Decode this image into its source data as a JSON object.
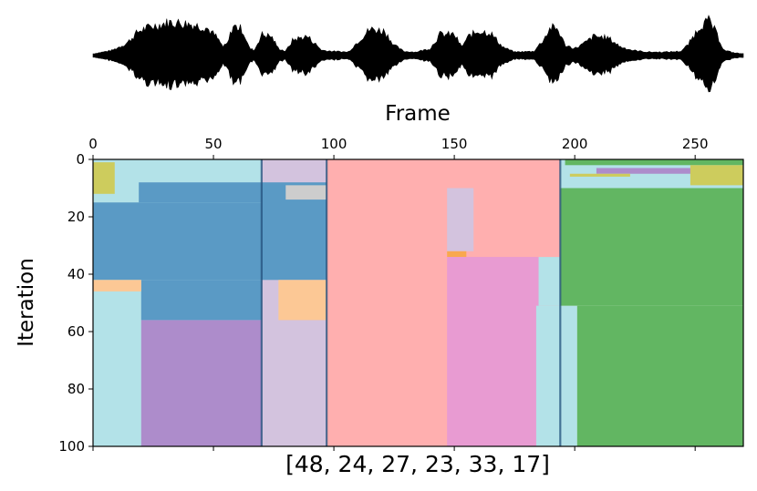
{
  "chart_data": {
    "type": "heatmap",
    "title": "",
    "xlabel": "Frame",
    "ylabel": "Iteration",
    "caption": "[48, 24, 27, 23, 33, 17]",
    "xlim": [
      0,
      270
    ],
    "ylim": [
      100,
      0
    ],
    "x_ticks": [
      0,
      50,
      100,
      150,
      200,
      250
    ],
    "y_ticks": [
      0,
      20,
      40,
      60,
      80,
      100
    ],
    "x_tick_labels": [
      "0",
      "50",
      "100",
      "150",
      "200",
      "250"
    ],
    "y_tick_labels": [
      "0",
      "20",
      "40",
      "60",
      "80",
      "100"
    ],
    "grid": false,
    "colors": {
      "lightblue": "#b3e2e8",
      "blue": "#5a9ac5",
      "olive": "#cdcc5d",
      "lavender": "#d3c3de",
      "peach": "#fcc895",
      "purple": "#ad8ccb",
      "pink": "#ffafaf",
      "magenta": "#e89bd2",
      "green": "#62b662",
      "orange": "#f9a84e",
      "gray": "#cdcdcd",
      "boundary": "#1f4e79"
    },
    "regions": [
      {
        "x": [
          0,
          70
        ],
        "y": [
          0,
          100
        ],
        "color": "lightblue"
      },
      {
        "x": [
          0,
          9
        ],
        "y": [
          1,
          12
        ],
        "color": "olive"
      },
      {
        "x": [
          19,
          70
        ],
        "y": [
          8,
          15
        ],
        "color": "blue"
      },
      {
        "x": [
          0,
          70
        ],
        "y": [
          15,
          42
        ],
        "color": "blue"
      },
      {
        "x": [
          20,
          70
        ],
        "y": [
          42,
          56
        ],
        "color": "blue"
      },
      {
        "x": [
          0,
          20
        ],
        "y": [
          42,
          46
        ],
        "color": "peach"
      },
      {
        "x": [
          20,
          70
        ],
        "y": [
          56,
          100
        ],
        "color": "purple"
      },
      {
        "x": [
          70,
          97
        ],
        "y": [
          0,
          100
        ],
        "color": "lavender"
      },
      {
        "x": [
          70,
          97
        ],
        "y": [
          8,
          42
        ],
        "color": "blue"
      },
      {
        "x": [
          80,
          97
        ],
        "y": [
          9,
          14
        ],
        "color": "gray"
      },
      {
        "x": [
          77,
          97
        ],
        "y": [
          42,
          56
        ],
        "color": "peach"
      },
      {
        "x": [
          97,
          194
        ],
        "y": [
          0,
          100
        ],
        "color": "pink"
      },
      {
        "x": [
          147,
          158
        ],
        "y": [
          10,
          32
        ],
        "color": "lavender"
      },
      {
        "x": [
          147,
          155
        ],
        "y": [
          32,
          34
        ],
        "color": "orange"
      },
      {
        "x": [
          147,
          185
        ],
        "y": [
          34,
          100
        ],
        "color": "magenta"
      },
      {
        "x": [
          185,
          194
        ],
        "y": [
          34,
          51
        ],
        "color": "lightblue"
      },
      {
        "x": [
          184,
          201
        ],
        "y": [
          51,
          100
        ],
        "color": "lightblue"
      },
      {
        "x": [
          194,
          270
        ],
        "y": [
          0,
          10
        ],
        "color": "lightblue"
      },
      {
        "x": [
          196,
          270
        ],
        "y": [
          0,
          2
        ],
        "color": "green"
      },
      {
        "x": [
          209,
          250
        ],
        "y": [
          3,
          5
        ],
        "color": "purple"
      },
      {
        "x": [
          198,
          223
        ],
        "y": [
          5,
          6
        ],
        "color": "olive"
      },
      {
        "x": [
          248,
          270
        ],
        "y": [
          2,
          9
        ],
        "color": "olive"
      },
      {
        "x": [
          194,
          270
        ],
        "y": [
          10,
          51
        ],
        "color": "green"
      },
      {
        "x": [
          201,
          270
        ],
        "y": [
          51,
          100
        ],
        "color": "green"
      }
    ],
    "boundaries": [
      70,
      97,
      194
    ],
    "waveform": {
      "envelope": [
        {
          "x": 0,
          "a": 0.05
        },
        {
          "x": 8,
          "a": 0.15
        },
        {
          "x": 14,
          "a": 0.35
        },
        {
          "x": 19,
          "a": 0.7
        },
        {
          "x": 24,
          "a": 0.82
        },
        {
          "x": 32,
          "a": 0.95
        },
        {
          "x": 40,
          "a": 0.9
        },
        {
          "x": 47,
          "a": 0.8
        },
        {
          "x": 51,
          "a": 0.55
        },
        {
          "x": 54,
          "a": 0.25
        },
        {
          "x": 56,
          "a": 0.35
        },
        {
          "x": 58,
          "a": 0.85
        },
        {
          "x": 62,
          "a": 0.75
        },
        {
          "x": 65,
          "a": 0.2
        },
        {
          "x": 67,
          "a": 0.15
        },
        {
          "x": 70,
          "a": 0.6
        },
        {
          "x": 74,
          "a": 0.55
        },
        {
          "x": 77,
          "a": 0.2
        },
        {
          "x": 80,
          "a": 0.12
        },
        {
          "x": 83,
          "a": 0.45
        },
        {
          "x": 89,
          "a": 0.55
        },
        {
          "x": 92,
          "a": 0.35
        },
        {
          "x": 95,
          "a": 0.15
        },
        {
          "x": 100,
          "a": 0.12
        },
        {
          "x": 106,
          "a": 0.1
        },
        {
          "x": 110,
          "a": 0.4
        },
        {
          "x": 115,
          "a": 0.75
        },
        {
          "x": 121,
          "a": 0.7
        },
        {
          "x": 125,
          "a": 0.3
        },
        {
          "x": 129,
          "a": 0.12
        },
        {
          "x": 134,
          "a": 0.1
        },
        {
          "x": 140,
          "a": 0.2
        },
        {
          "x": 144,
          "a": 0.6
        },
        {
          "x": 150,
          "a": 0.6
        },
        {
          "x": 153,
          "a": 0.25
        },
        {
          "x": 156,
          "a": 0.55
        },
        {
          "x": 160,
          "a": 0.7
        },
        {
          "x": 165,
          "a": 0.65
        },
        {
          "x": 170,
          "a": 0.25
        },
        {
          "x": 175,
          "a": 0.1
        },
        {
          "x": 183,
          "a": 0.12
        },
        {
          "x": 187,
          "a": 0.45
        },
        {
          "x": 190,
          "a": 0.8
        },
        {
          "x": 193,
          "a": 0.75
        },
        {
          "x": 196,
          "a": 0.3
        },
        {
          "x": 200,
          "a": 0.2
        },
        {
          "x": 204,
          "a": 0.35
        },
        {
          "x": 208,
          "a": 0.55
        },
        {
          "x": 214,
          "a": 0.5
        },
        {
          "x": 219,
          "a": 0.25
        },
        {
          "x": 224,
          "a": 0.15
        },
        {
          "x": 230,
          "a": 0.1
        },
        {
          "x": 238,
          "a": 0.1
        },
        {
          "x": 244,
          "a": 0.12
        },
        {
          "x": 247,
          "a": 0.3
        },
        {
          "x": 252,
          "a": 0.85
        },
        {
          "x": 256,
          "a": 1.0
        },
        {
          "x": 259,
          "a": 0.6
        },
        {
          "x": 262,
          "a": 0.15
        },
        {
          "x": 266,
          "a": 0.08
        },
        {
          "x": 270,
          "a": 0.05
        }
      ]
    }
  }
}
